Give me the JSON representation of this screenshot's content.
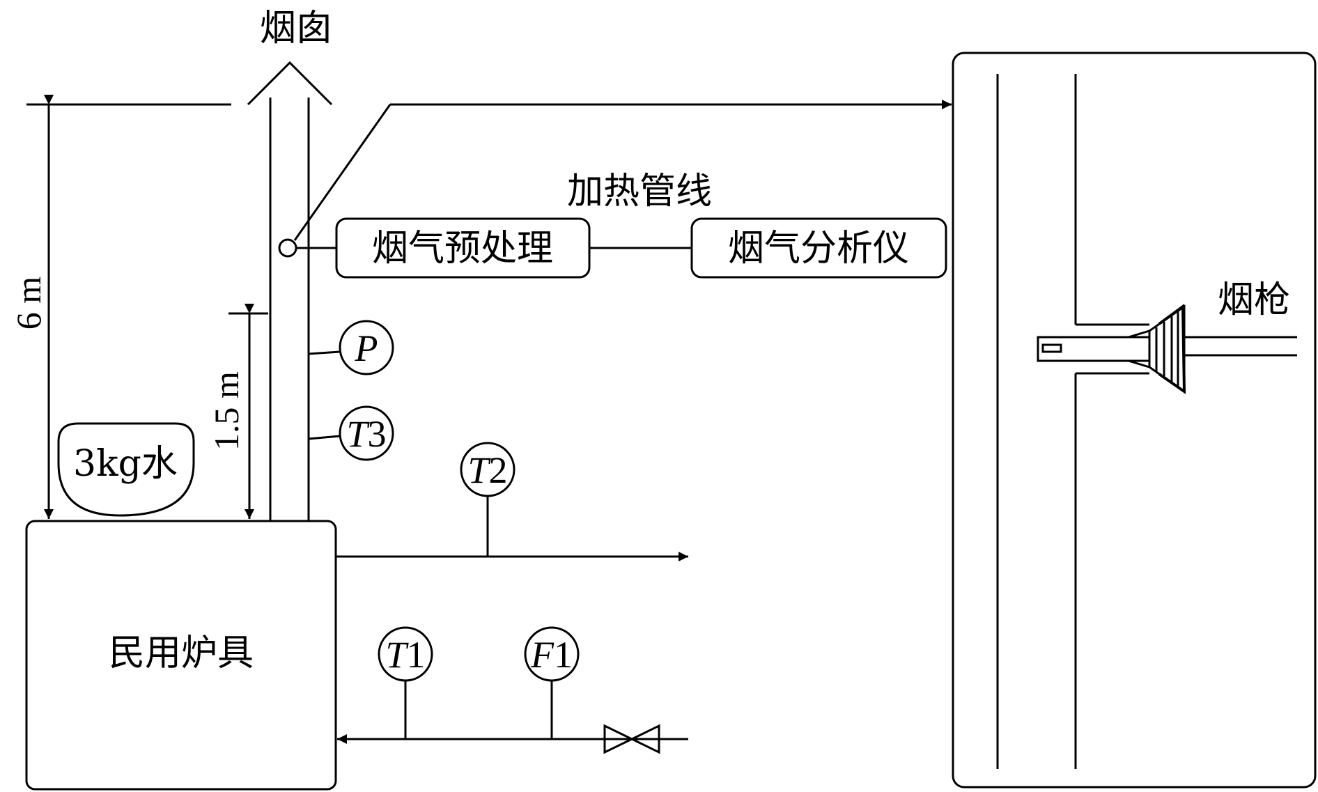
{
  "labels": {
    "chimney": "烟囱",
    "heated_line": "加热管线",
    "pretreatment": "烟气预处理",
    "analyzer": "烟气分析仪",
    "smoke_gun": "烟枪",
    "stove": "民用炉具",
    "water": "3kg水",
    "height_6m": "6 m",
    "height_1_5m": "1.5 m"
  },
  "gauges": {
    "p": {
      "letter": "P",
      "num": ""
    },
    "t3": {
      "letter": "T",
      "num": "3"
    },
    "t2": {
      "letter": "T",
      "num": "2"
    },
    "t1": {
      "letter": "T",
      "num": "1"
    },
    "f1": {
      "letter": "F",
      "num": "1"
    }
  },
  "colors": {
    "line": "#000000",
    "background": "#ffffff"
  }
}
